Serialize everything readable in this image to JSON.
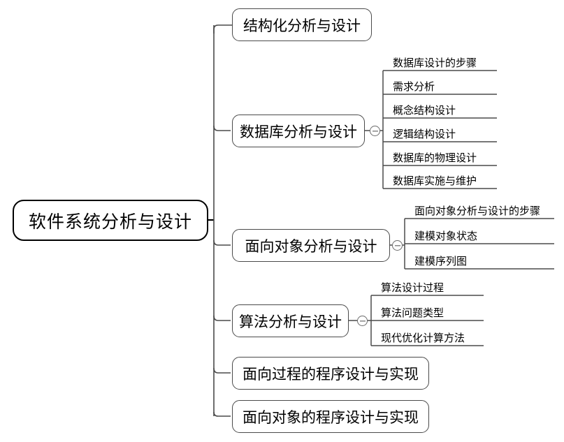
{
  "diagram": {
    "type": "mindmap",
    "root": {
      "label": "软件系统分析与设计"
    },
    "branches": [
      {
        "label": "结构化分析与设计",
        "toggle": null,
        "children": []
      },
      {
        "label": "数据库分析与设计",
        "toggle": "collapse-toggle",
        "children": [
          {
            "label": "数据库设计的步骤"
          },
          {
            "label": "需求分析"
          },
          {
            "label": "概念结构设计"
          },
          {
            "label": "逻辑结构设计"
          },
          {
            "label": "数据库的物理设计"
          },
          {
            "label": "数据库实施与维护"
          }
        ]
      },
      {
        "label": "面向对象分析与设计",
        "toggle": "collapse-toggle",
        "children": [
          {
            "label": "面向对象分析与设计的步骤"
          },
          {
            "label": "建模对象状态"
          },
          {
            "label": "建模序列图"
          }
        ]
      },
      {
        "label": "算法分析与设计",
        "toggle": "collapse-toggle",
        "children": [
          {
            "label": "算法设计过程"
          },
          {
            "label": "算法问题类型"
          },
          {
            "label": "现代优化计算方法"
          }
        ]
      },
      {
        "label": "面向过程的程序设计与实现",
        "toggle": null,
        "children": []
      },
      {
        "label": "面向对象的程序设计与实现",
        "toggle": null,
        "children": []
      }
    ]
  },
  "colors": {
    "root_border": "#000000",
    "node_border": "#4a4a4a",
    "wire": "#4a4a4a",
    "underline": "#3a3a3a",
    "text": "#000000",
    "background": "#ffffff"
  }
}
